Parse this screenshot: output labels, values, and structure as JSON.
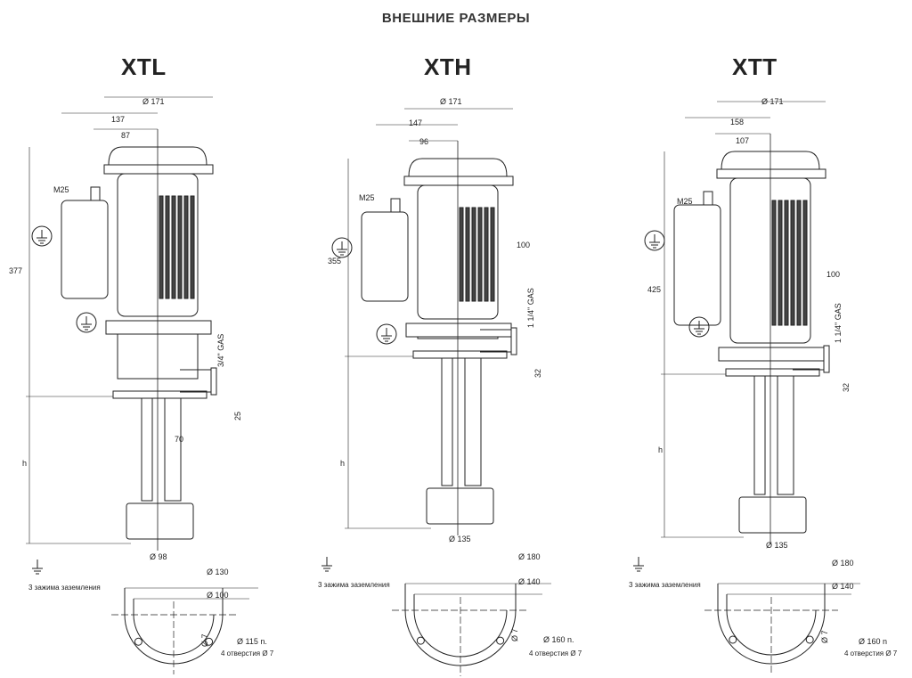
{
  "heading": "ВНЕШНИЕ РАЗМЕРЫ",
  "ground_note": "3 зажима заземления",
  "holes_note": "4 отверстия Ø 7",
  "models": [
    {
      "name": "XTL",
      "d_cap": "Ø 171",
      "dim_a": "137",
      "dim_b": "87",
      "cable": "M25",
      "height": "377",
      "outlet": "3/4\" GAS",
      "outlet_h": "25",
      "offset": "70",
      "h": "h",
      "d_foot": "Ø 98",
      "flange_outer": "Ø 130",
      "flange_inner": "Ø 100",
      "pitch": "Ø 115 n.",
      "hole": "Ø 7"
    },
    {
      "name": "XTH",
      "d_cap": "Ø 171",
      "dim_a": "147",
      "dim_b": "96",
      "cable": "M25",
      "height": "355",
      "outlet": "1 1/4\" GAS",
      "outlet_h": "32",
      "offset": "100",
      "h": "h",
      "d_foot": "Ø 135",
      "flange_outer": "Ø 180",
      "flange_inner": "Ø 140",
      "pitch": "Ø 160 n.",
      "hole": "Ø 7"
    },
    {
      "name": "XTT",
      "d_cap": "Ø 171",
      "dim_a": "158",
      "dim_b": "107",
      "cable": "M25",
      "height": "425",
      "outlet": "1 1/4\" GAS",
      "outlet_h": "32",
      "offset": "100",
      "h": "h",
      "d_foot": "Ø 135",
      "flange_outer": "Ø 180",
      "flange_inner": "Ø 140",
      "pitch": "Ø 160 n",
      "hole": "Ø 7"
    }
  ]
}
